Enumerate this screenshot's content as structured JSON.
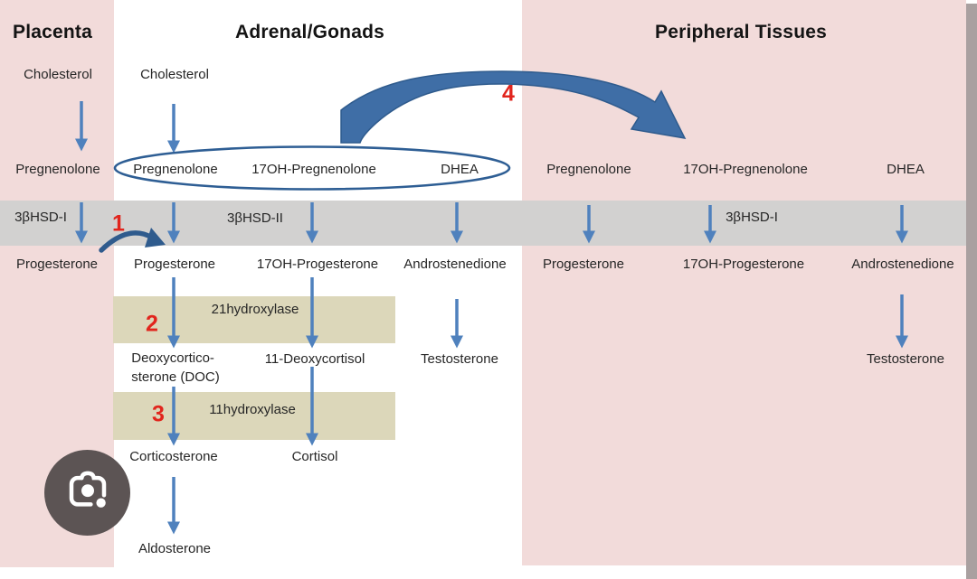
{
  "headers": {
    "placenta": "Placenta",
    "adrenal": "Adrenal/Gonads",
    "peripheral": "Peripheral  Tissues"
  },
  "placenta": {
    "cholesterol": "Cholesterol",
    "pregnenolone": "Pregnenolone",
    "enzyme": "3βHSD-I",
    "progesterone": "Progesterone"
  },
  "adrenal": {
    "cholesterol": "Cholesterol",
    "pregnenolone": "Pregnenolone",
    "ohpregnenolone": "17OH-Pregnenolone",
    "dhea": "DHEA",
    "enzyme_band": "3βHSD-II",
    "progesterone": "Progesterone",
    "ohprogesterone": "17OH-Progesterone",
    "androstenedione": "Androstenedione",
    "enzyme21": "21hydroxylase",
    "doc_line1": "Deoxycortico-",
    "doc_line2": "sterone (DOC)",
    "deoxycortisol": "11-Deoxycortisol",
    "testosterone": "Testosterone",
    "enzyme11": "11hydroxylase",
    "corticosterone": "Corticosterone",
    "cortisol": "Cortisol",
    "aldosterone": "Aldosterone"
  },
  "peripheral": {
    "pregnenolone": "Pregnenolone",
    "ohpregnenolone": "17OH-Pregnenolone",
    "dhea": "DHEA",
    "enzyme": "3βHSD-I",
    "progesterone": "Progesterone",
    "ohprogesterone": "17OH-Progesterone",
    "androstenedione": "Androstenedione",
    "testosterone": "Testosterone"
  },
  "steps": {
    "s1": "1",
    "s2": "2",
    "s3": "3",
    "s4": "4"
  },
  "icons": {
    "lens": "camera-lens-icon"
  },
  "colors": {
    "pink_panel": "#f2dbda",
    "gray_band": "#d2d1d0",
    "enzyme_tan": "#dcd7ba",
    "arrow_blue": "#4f81bd",
    "curve_dark_blue": "#2f5b8d",
    "big_arrow_blue": "#3f6ea6",
    "step_red": "#e1251d",
    "right_edge_gray": "#a9a0a0",
    "lens_circle_gray": "#5c5454"
  }
}
